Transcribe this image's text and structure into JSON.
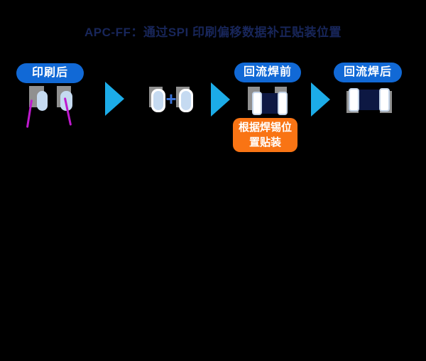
{
  "title": "APC-FF：通过SPI 印刷偏移数据补正贴装位置",
  "stages": [
    {
      "id": "after-printing",
      "badge": "印刷后"
    },
    {
      "id": "spi-offset-data",
      "badge": ""
    },
    {
      "id": "before-reflow",
      "badge": "回流焊前",
      "callout": {
        "line1": "根据焊锡位",
        "line2": "置贴装"
      }
    },
    {
      "id": "after-reflow",
      "badge": "回流焊后"
    }
  ],
  "icons": {
    "plus_glyph": "+",
    "flow_arrow": "right-triangle"
  },
  "colors": {
    "background": "#000000",
    "title_navy": "#18265A",
    "badge_blue": "#1169D6",
    "arrow_cyan": "#1CACE8",
    "pad_gray": "#909090",
    "paste_blue": "#C5DAF1",
    "offset_magenta": "#BE19CE",
    "plus_blue": "#3C74D9",
    "chip_navy": "#0D1843",
    "cap_border": "#C4D4E8",
    "callout_orange": "#F97414",
    "text_white": "#FFFFFF"
  }
}
